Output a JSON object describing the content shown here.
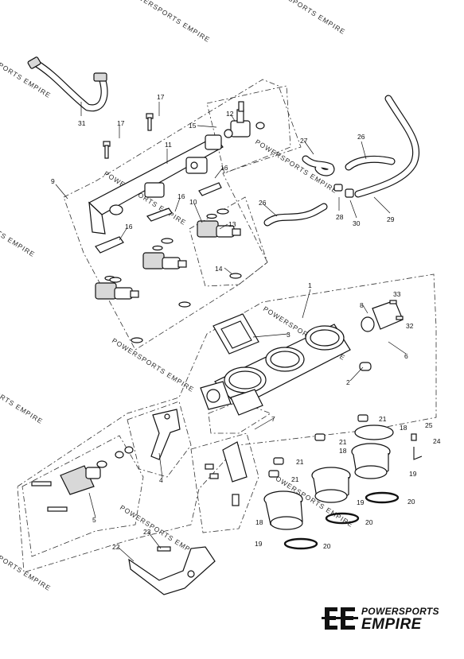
{
  "watermark": {
    "text": "POWERSPORTS EMPIRE"
  },
  "brand": {
    "line1": "POWERSPORTS",
    "line2": "EMPIRE",
    "mark": "EE"
  },
  "callouts": [
    "1",
    "2",
    "3",
    "4",
    "5",
    "6",
    "7",
    "8",
    "9",
    "10",
    "11",
    "12",
    "13",
    "14",
    "15",
    "16",
    "16",
    "16",
    "17",
    "17",
    "18",
    "18",
    "18",
    "19",
    "19",
    "19",
    "20",
    "20",
    "20",
    "21",
    "21",
    "21",
    "21",
    "22",
    "23",
    "24",
    "25",
    "26",
    "26",
    "27",
    "28",
    "29",
    "30",
    "31",
    "32",
    "33"
  ]
}
